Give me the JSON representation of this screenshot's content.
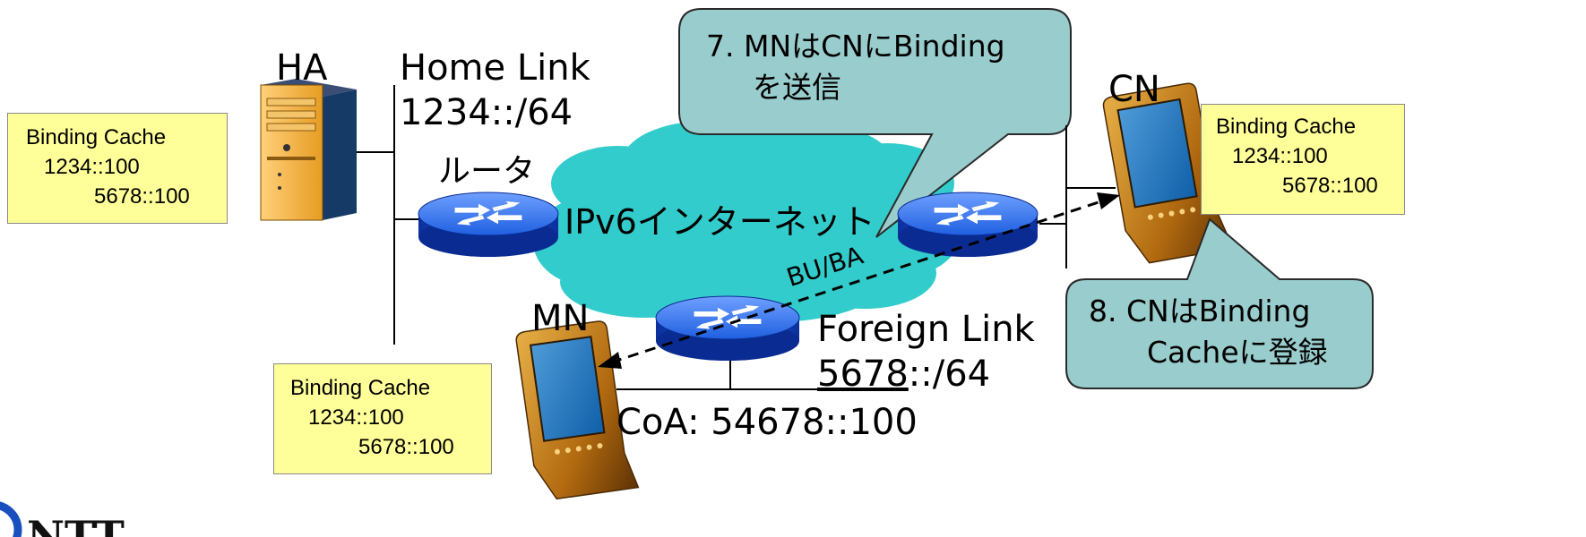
{
  "nodes": {
    "ha": "HA",
    "cn": "CN",
    "mn": "MN",
    "router": "ルータ",
    "internet": "IPv6インターネット"
  },
  "home_link": {
    "name": "Home Link",
    "prefix": "1234::/64"
  },
  "foreign_link": {
    "name": "Foreign Link",
    "prefix_underlined": "5678",
    "prefix_rest": "::/64"
  },
  "coa": "CoA: 54678::100",
  "bu_ba": "BU/BA",
  "callouts": {
    "step7": {
      "line1": "7.  MNはCNにBinding",
      "line2": "を送信"
    },
    "step8": {
      "line1": "8.  CNはBinding",
      "line2": "Cacheに登録"
    }
  },
  "binding_caches": {
    "ha": {
      "title": "Binding Cache",
      "home": "1234::100",
      "coa": "5678::100"
    },
    "cn": {
      "title": "Binding Cache",
      "home": "1234::100",
      "coa": "5678::100"
    },
    "mn": {
      "title": "Binding Cache",
      "home": "1234::100",
      "coa": "5678::100"
    }
  },
  "logo": "NTT",
  "colors": {
    "cloud": "#33cccc",
    "router_blue": "#1a5ad8",
    "callout_fill": "#99cccc",
    "cache_fill": "#ffff99"
  }
}
